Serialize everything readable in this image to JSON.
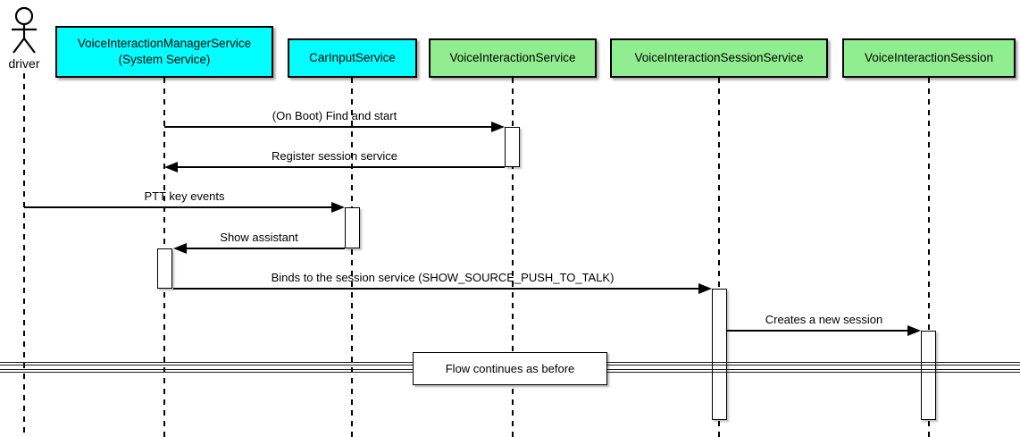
{
  "diagram": {
    "type": "uml-sequence-diagram",
    "actor": {
      "label": "driver"
    },
    "participants": [
      {
        "label": "VoiceInteractionManagerService",
        "sublabel": "(System Service)",
        "fill": "#00ffff"
      },
      {
        "label": "CarInputService",
        "sublabel": "",
        "fill": "#00ffff"
      },
      {
        "label": "VoiceInteractionService",
        "sublabel": "",
        "fill": "#90ee90"
      },
      {
        "label": "VoiceInteractionSessionService",
        "sublabel": "",
        "fill": "#90ee90"
      },
      {
        "label": "VoiceInteractionSession",
        "sublabel": "",
        "fill": "#90ee90"
      }
    ],
    "messages": [
      {
        "from": "VoiceInteractionManagerService",
        "to": "VoiceInteractionService",
        "label": "(On Boot) Find and start"
      },
      {
        "from": "VoiceInteractionService",
        "to": "VoiceInteractionManagerService",
        "label": "Register session service"
      },
      {
        "from": "driver",
        "to": "CarInputService",
        "label": "PTT key events"
      },
      {
        "from": "CarInputService",
        "to": "VoiceInteractionManagerService",
        "label": "Show assistant"
      },
      {
        "from": "VoiceInteractionManagerService",
        "to": "VoiceInteractionSessionService",
        "label": "Binds to the session service (SHOW_SOURCE_PUSH_TO_TALK)"
      },
      {
        "from": "VoiceInteractionSessionService",
        "to": "VoiceInteractionSession",
        "label": "Creates a new session"
      }
    ],
    "divider": {
      "label": "Flow continues as before"
    },
    "colors": {
      "participant_cyan": "#00ffff",
      "participant_green": "#90ee90",
      "line": "#000000",
      "background": "#ffffff"
    }
  }
}
